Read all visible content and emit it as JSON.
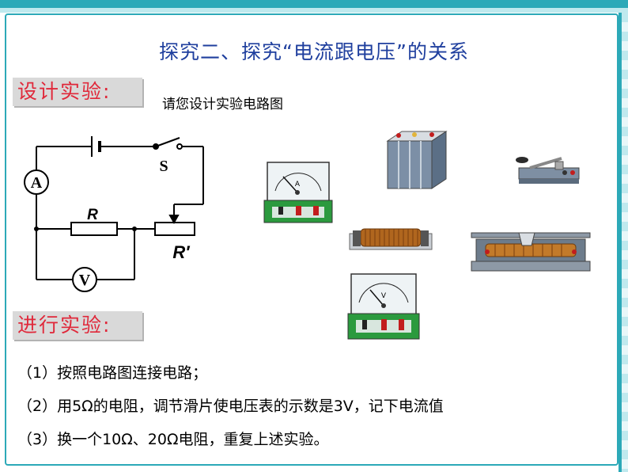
{
  "title": "探究二、探究“电流跟电压”的关系",
  "sections": {
    "design": "设计实验:",
    "conduct": "进行实验:"
  },
  "prompt": "请您设计实验电路图",
  "circuit": {
    "ammeter": "A",
    "voltmeter": "V",
    "switch": "S",
    "resistor": "R",
    "rheostat": "R′"
  },
  "devices": {
    "ammeter_dial": "A",
    "voltmeter_dial": "V"
  },
  "steps": [
    "（1）按照电路图连接电路；",
    "（2）用5Ω的电阻，调节滑片使电压表的示数是3V，记下电流值",
    "（3）换一个10Ω、20Ω电阻，重复上述实验。"
  ],
  "colors": {
    "frame": "#2ca9b8",
    "title": "#1f3f9e",
    "section_text": "#e0283a",
    "section_bg": "#d9d9d9"
  }
}
